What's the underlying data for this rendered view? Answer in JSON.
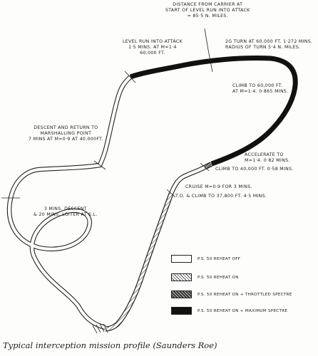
{
  "labels": {
    "distance": "DISTANCE FROM CARRIER AT\nSTART OF LEVEL RUN INTO ATTACK\n= 85·5 N. MILES.",
    "level_run": "LEVEL RUN INTO ATTACK\n1·5 MINS. AT M=1·4\n60,000 FT.",
    "turn": "2g TURN AT 60,000 FT. 1·272 MINS.\nRADIUS OF TURN 5·4 N. MILES.",
    "climb_60000": "CLIMB TO 60,000 FT.\nAT M=1·4. 0·865 MINS.",
    "accelerate": "ACCELERATE TO\nM=1·4. 0·82 MINS.",
    "climb_40000": "CLIMB TO 40,000 FT. 0·58 MINS.",
    "cruise": "CRUISE M=0·9 FOR 3 MINS.",
    "takeoff": "T.O. & CLIMB TO 37,800 FT. 4·5 MINS.",
    "descent_return": "DESCENT AND RETURN TO\nMARSHALLING POINT\n7 MINS AT M=0·9 AT 40,000FT.",
    "loiter": "3 MINS. DESCENT\n& 20 MINS. LOITER AT S.L."
  },
  "legend": [
    {
      "text": "P.S. 50 REHEAT OFF",
      "fill": "white"
    },
    {
      "text": "P.S. 50 REHEAT ON",
      "fill": "light-hatch"
    },
    {
      "text": "P.S. 50 REHEAT ON + THROTTLED SPECTRE",
      "fill": "dark-hatch"
    },
    {
      "text": "P.S. 50 REHEAT ON + MAXIMUM SPECTRE",
      "fill": "black"
    }
  ],
  "caption": "Typical interception mission profile (Saunders Roe)"
}
